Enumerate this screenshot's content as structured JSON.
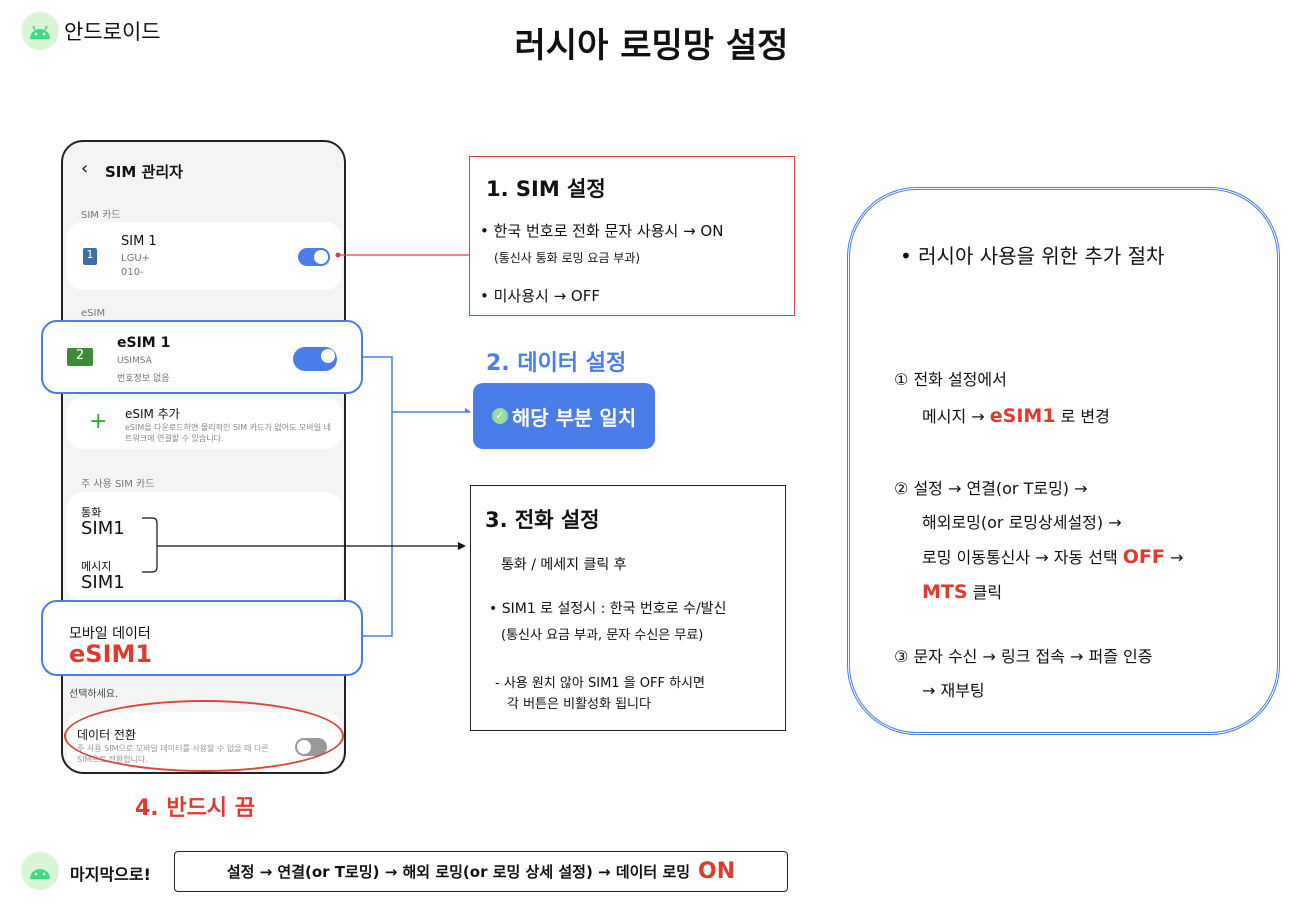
{
  "header": {
    "platform": "안드로이드",
    "title": "러시아 로밍망 설정"
  },
  "phone": {
    "title": "SIM 관리자",
    "sim_section": "SIM 카드",
    "sim1": {
      "badge": "1",
      "name": "SIM 1",
      "carrier": "LGU+",
      "number": "010-",
      "enabled": true
    },
    "esim_section": "eSIM",
    "esim1": {
      "badge": "2",
      "name": "eSIM 1",
      "carrier": "USIMSA",
      "info": "번호정보 없음",
      "enabled": true
    },
    "esim_add": {
      "title": "eSIM 추가",
      "desc": "eSIM을 다운로드하면 물리적인 SIM 카드가 없어도 모바일 네트워크에 연결할 수 있습니다."
    },
    "primary_section": "주 사용 SIM 카드",
    "call_label": "통화",
    "call_value": "SIM1",
    "msg_label": "메시지",
    "msg_value": "SIM1",
    "mobile_data_label": "모바일 데이터",
    "mobile_data_value": "eSIM1",
    "select_hint": "선택하세요.",
    "data_switch": {
      "title": "데이터 전환",
      "desc": "주 사용 SIM으로 모바일 데이터를 사용할 수 없을 때 다른 SIM으로 전환합니다.",
      "enabled": false
    }
  },
  "step1": {
    "title": "1. SIM 설정",
    "line1": "한국 번호로 전화 문자 사용시 → ON",
    "line1_sub": "(통신사 통화 로밍 요금 부과)",
    "line2": "미사용시 → OFF"
  },
  "step2": {
    "title": "2. 데이터 설정",
    "badge": "해당 부분 일치"
  },
  "step3": {
    "title": "3. 전화 설정",
    "line1": "통화 / 메세지 클릭 후",
    "line2": "SIM1 로 설정시 : 한국 번호로 수/발신",
    "line2_sub": "(통신사 요금 부과, 문자 수신은 무료)",
    "line3": "- 사용 원치 않아 SIM1 을 OFF 하시면",
    "line3_sub": "각 버튼은 비활성화 됩니다"
  },
  "step4": {
    "title": "4. 반드시 끔"
  },
  "extra": {
    "title": "러시아 사용을 위한 추가 절차",
    "s1_num": "①",
    "s1_a": "전화 설정에서",
    "s1_b": "메시지 →",
    "s1_hl": "eSIM1",
    "s1_c": "로 변경",
    "s2_num": "②",
    "s2_a": "설정 → 연결(or T로밍) →",
    "s2_b": "해외로밍(or 로밍상세설정) →",
    "s2_c": "로밍 이동통신사 → 자동 선택",
    "s2_hl1": "OFF",
    "s2_arrow": "→",
    "s2_hl2": "MTS",
    "s2_d": "클릭",
    "s3_num": "③",
    "s3_a": "문자 수신 → 링크 접속 → 퍼즐 인증",
    "s3_b": "→ 재부팅"
  },
  "footer": {
    "label": "마지막으로!",
    "path": "설정 → 연결(or T로밍) → 해외 로밍(or 로밍 상세 설정) → 데이터 로밍",
    "on": "ON"
  },
  "colors": {
    "accent": "#4a7de8",
    "red": "#e03a2e"
  }
}
